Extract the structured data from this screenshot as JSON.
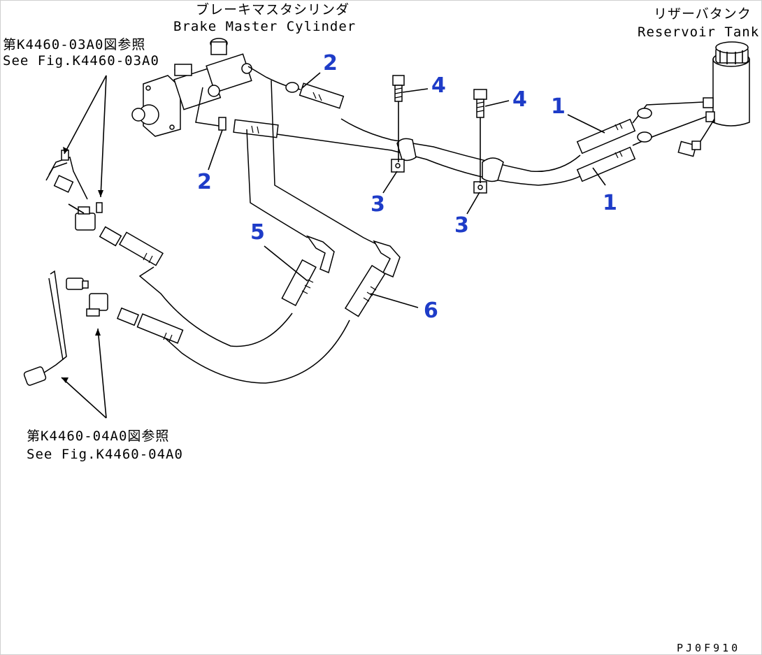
{
  "labels": {
    "brake_master_jp": "ブレーキマスタシリンダ",
    "brake_master_en": "Brake Master Cylinder",
    "reservoir_jp": "リザーバタンク",
    "reservoir_en": "Reservoir Tank",
    "ref_top_jp": "第K4460-03A0図参照",
    "ref_top_en": "See Fig.K4460-03A0",
    "ref_bottom_jp": "第K4460-04A0図参照",
    "ref_bottom_en": "See Fig.K4460-04A0",
    "drawing_code": "PJ0F910"
  },
  "callouts": [
    "1",
    "1",
    "2",
    "2",
    "3",
    "3",
    "4",
    "4",
    "5",
    "6"
  ],
  "colors": {
    "callout": "#1e3cc8",
    "line": "#000000",
    "background": "#ffffff"
  }
}
